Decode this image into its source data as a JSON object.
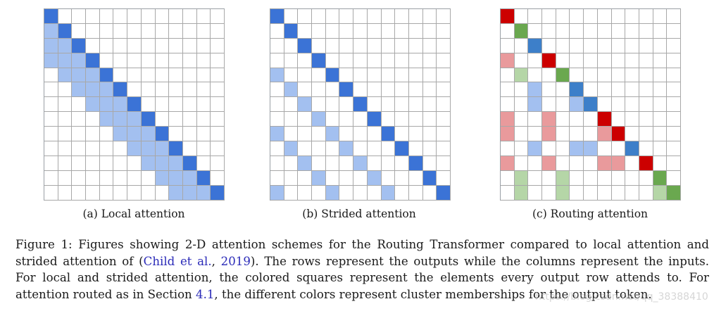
{
  "figure": {
    "grid_size": 13,
    "colors": {
      "blue_dark": "#3b73d6",
      "blue_light": "#a3c0f0",
      "red_dark": "#cc0000",
      "red_light": "#e99a9c",
      "green_dark": "#6aa84f",
      "green_light": "#b5d6a7",
      "route_blue_dark": "#3d7fc9",
      "grid_line": "#a8a8a8"
    },
    "panels": [
      {
        "id": "local",
        "label": "(a) Local attention",
        "rule": "diagonal dark blue; 3 preceding cells light blue"
      },
      {
        "id": "strided",
        "label": "(b) Strided attention",
        "rule": "diagonal dark blue; cells j<i with (i-j)%4==0 light blue"
      },
      {
        "id": "routing",
        "label": "(c) Routing attention",
        "clusters": {
          "red": [
            0,
            3,
            7,
            8,
            10
          ],
          "green": [
            1,
            4,
            11,
            12
          ],
          "blue": [
            2,
            5,
            6,
            9
          ]
        },
        "rule": "diagonal dark cluster color; earlier members of same cluster light"
      }
    ]
  },
  "caption": {
    "line1": "Figure 1: Figures showing 2-D attention schemes for the Routing Transformer compared to local attention and",
    "line2_pre": "strided attention of (",
    "line2_link1": "Child et al.",
    "line2_mid": ", ",
    "line2_link2": "2019",
    "line2_post": "). The rows represent the outputs while the columns represent the inputs.",
    "line3": "For local and strided attention, the colored squares represent the elements every output row attends to. For",
    "line4_pre": "attention routed as in Section ",
    "line4_link": "4.1",
    "line4_post": ", the different colors represent cluster memberships for the output token."
  },
  "watermark": "https://blog.csdn.net/qq_38388410"
}
